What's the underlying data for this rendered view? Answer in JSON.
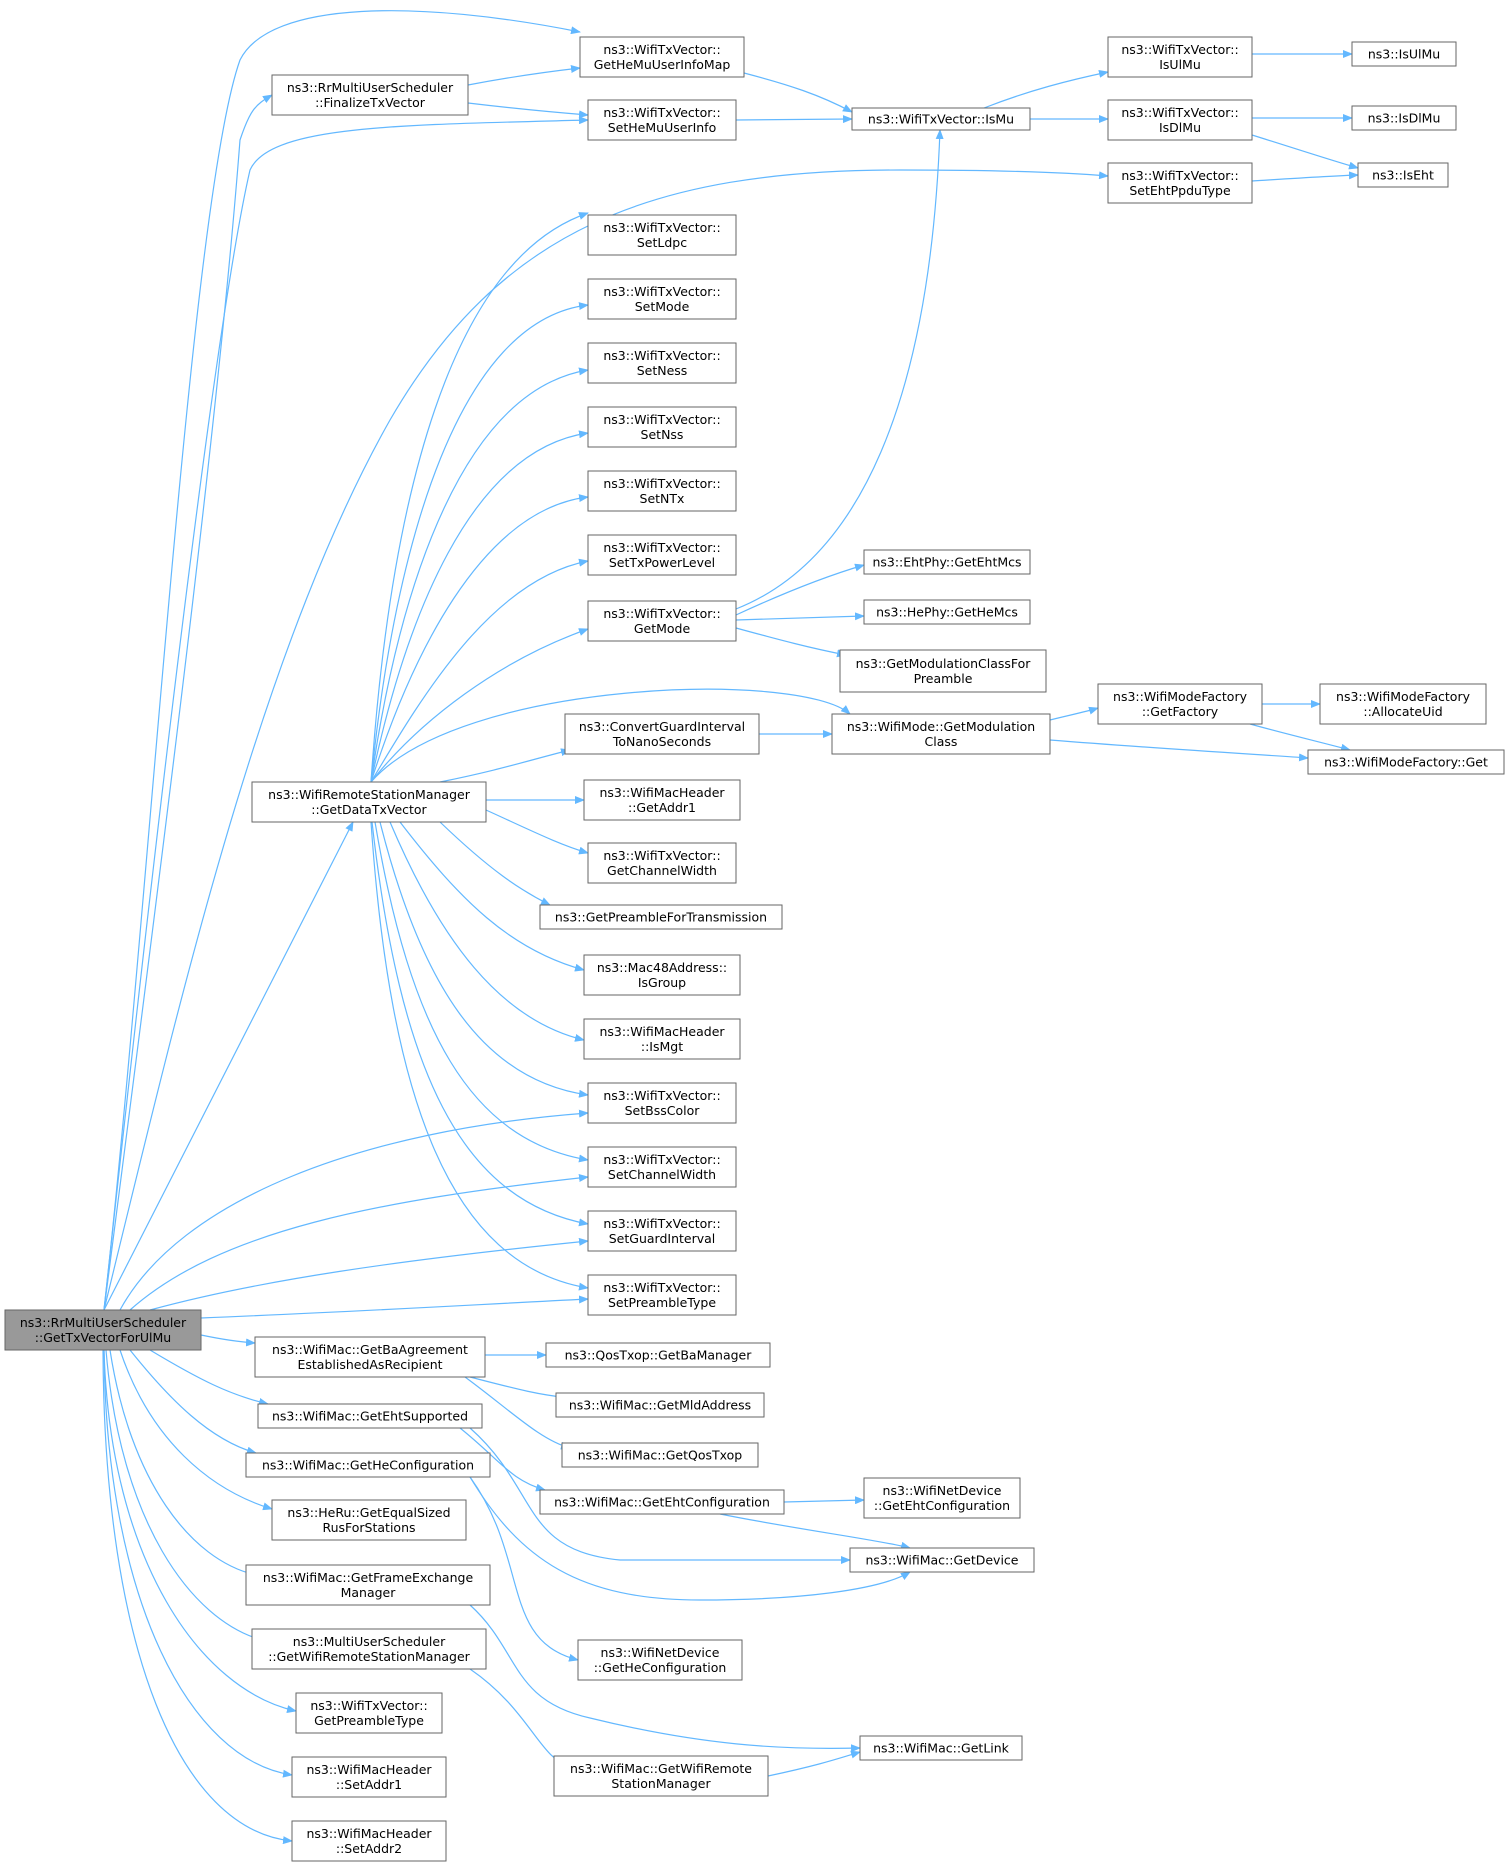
{
  "diagram": {
    "colors": {
      "edge": "#63b8ff",
      "node_border": "#666666",
      "root_fill": "#999999",
      "node_fill": "#ffffff"
    },
    "nodes": [
      {
        "id": "root",
        "lines": [
          "ns3::RrMultiUserScheduler",
          "::GetTxVectorForUlMu"
        ],
        "root": true
      },
      {
        "id": "finalize",
        "lines": [
          "ns3::RrMultiUserScheduler",
          "::FinalizeTxVector"
        ]
      },
      {
        "id": "getDataTx",
        "lines": [
          "ns3::WifiRemoteStationManager",
          "::GetDataTxVector"
        ]
      },
      {
        "id": "getHeMuMap",
        "lines": [
          "ns3::WifiTxVector::",
          "GetHeMuUserInfoMap"
        ]
      },
      {
        "id": "setHeMuInfo",
        "lines": [
          "ns3::WifiTxVector::",
          "SetHeMuUserInfo"
        ]
      },
      {
        "id": "isMu",
        "lines": [
          "ns3::WifiTxVector::IsMu"
        ]
      },
      {
        "id": "tvIsUlMu",
        "lines": [
          "ns3::WifiTxVector::",
          "IsUlMu"
        ]
      },
      {
        "id": "tvIsDlMu",
        "lines": [
          "ns3::WifiTxVector::",
          "IsDlMu"
        ]
      },
      {
        "id": "setEhtPpdu",
        "lines": [
          "ns3::WifiTxVector::",
          "SetEhtPpduType"
        ]
      },
      {
        "id": "isUlMu",
        "lines": [
          "ns3::IsUlMu"
        ]
      },
      {
        "id": "isDlMu",
        "lines": [
          "ns3::IsDlMu"
        ]
      },
      {
        "id": "isEht",
        "lines": [
          "ns3::IsEht"
        ]
      },
      {
        "id": "setLdpc",
        "lines": [
          "ns3::WifiTxVector::",
          "SetLdpc"
        ]
      },
      {
        "id": "setMode",
        "lines": [
          "ns3::WifiTxVector::",
          "SetMode"
        ]
      },
      {
        "id": "setNess",
        "lines": [
          "ns3::WifiTxVector::",
          "SetNess"
        ]
      },
      {
        "id": "setNss",
        "lines": [
          "ns3::WifiTxVector::",
          "SetNss"
        ]
      },
      {
        "id": "setNTx",
        "lines": [
          "ns3::WifiTxVector::",
          "SetNTx"
        ]
      },
      {
        "id": "setTxPower",
        "lines": [
          "ns3::WifiTxVector::",
          "SetTxPowerLevel"
        ]
      },
      {
        "id": "getMode",
        "lines": [
          "ns3::WifiTxVector::",
          "GetMode"
        ]
      },
      {
        "id": "getEhtMcs",
        "lines": [
          "ns3::EhtPhy::GetEhtMcs"
        ]
      },
      {
        "id": "getHeMcs",
        "lines": [
          "ns3::HePhy::GetHeMcs"
        ]
      },
      {
        "id": "getModClassPre",
        "lines": [
          "ns3::GetModulationClassFor",
          "Preamble"
        ]
      },
      {
        "id": "convertGI",
        "lines": [
          "ns3::ConvertGuardInterval",
          "ToNanoSeconds"
        ]
      },
      {
        "id": "getModClass",
        "lines": [
          "ns3::WifiMode::GetModulation",
          "Class"
        ]
      },
      {
        "id": "getFactory",
        "lines": [
          "ns3::WifiModeFactory",
          "::GetFactory"
        ]
      },
      {
        "id": "allocUid",
        "lines": [
          "ns3::WifiModeFactory",
          "::AllocateUid"
        ]
      },
      {
        "id": "factoryGet",
        "lines": [
          "ns3::WifiModeFactory::Get"
        ]
      },
      {
        "id": "getAddr1",
        "lines": [
          "ns3::WifiMacHeader",
          "::GetAddr1"
        ]
      },
      {
        "id": "getChWidth",
        "lines": [
          "ns3::WifiTxVector::",
          "GetChannelWidth"
        ]
      },
      {
        "id": "getPreambleTx",
        "lines": [
          "ns3::GetPreambleForTransmission"
        ]
      },
      {
        "id": "isGroup",
        "lines": [
          "ns3::Mac48Address::",
          "IsGroup"
        ]
      },
      {
        "id": "isMgt",
        "lines": [
          "ns3::WifiMacHeader",
          "::IsMgt"
        ]
      },
      {
        "id": "setBss",
        "lines": [
          "ns3::WifiTxVector::",
          "SetBssColor"
        ]
      },
      {
        "id": "setChWidth",
        "lines": [
          "ns3::WifiTxVector::",
          "SetChannelWidth"
        ]
      },
      {
        "id": "setGI",
        "lines": [
          "ns3::WifiTxVector::",
          "SetGuardInterval"
        ]
      },
      {
        "id": "setPreamble",
        "lines": [
          "ns3::WifiTxVector::",
          "SetPreambleType"
        ]
      },
      {
        "id": "getBaAgree",
        "lines": [
          "ns3::WifiMac::GetBaAgreement",
          "EstablishedAsRecipient"
        ]
      },
      {
        "id": "getBaManager",
        "lines": [
          "ns3::QosTxop::GetBaManager"
        ]
      },
      {
        "id": "getMld",
        "lines": [
          "ns3::WifiMac::GetMldAddress"
        ]
      },
      {
        "id": "getQosTxop",
        "lines": [
          "ns3::WifiMac::GetQosTxop"
        ]
      },
      {
        "id": "getEhtSup",
        "lines": [
          "ns3::WifiMac::GetEhtSupported"
        ]
      },
      {
        "id": "getEhtConf",
        "lines": [
          "ns3::WifiMac::GetEhtConfiguration"
        ]
      },
      {
        "id": "ndEhtConf",
        "lines": [
          "ns3::WifiNetDevice",
          "::GetEhtConfiguration"
        ]
      },
      {
        "id": "getDevice",
        "lines": [
          "ns3::WifiMac::GetDevice"
        ]
      },
      {
        "id": "getHeConf",
        "lines": [
          "ns3::WifiMac::GetHeConfiguration"
        ]
      },
      {
        "id": "ndHeConf",
        "lines": [
          "ns3::WifiNetDevice",
          "::GetHeConfiguration"
        ]
      },
      {
        "id": "heRu",
        "lines": [
          "ns3::HeRu::GetEqualSized",
          "RusForStations"
        ]
      },
      {
        "id": "getFem",
        "lines": [
          "ns3::WifiMac::GetFrameExchange",
          "Manager"
        ]
      },
      {
        "id": "getLink",
        "lines": [
          "ns3::WifiMac::GetLink"
        ]
      },
      {
        "id": "musGetWrsm",
        "lines": [
          "ns3::MultiUserScheduler",
          "::GetWifiRemoteStationManager"
        ]
      },
      {
        "id": "macGetWrsm",
        "lines": [
          "ns3::WifiMac::GetWifiRemote",
          "StationManager"
        ]
      },
      {
        "id": "getPreType",
        "lines": [
          "ns3::WifiTxVector::",
          "GetPreambleType"
        ]
      },
      {
        "id": "setAddr1",
        "lines": [
          "ns3::WifiMacHeader",
          "::SetAddr1"
        ]
      },
      {
        "id": "setAddr2",
        "lines": [
          "ns3::WifiMacHeader",
          "::SetAddr2"
        ]
      }
    ]
  }
}
